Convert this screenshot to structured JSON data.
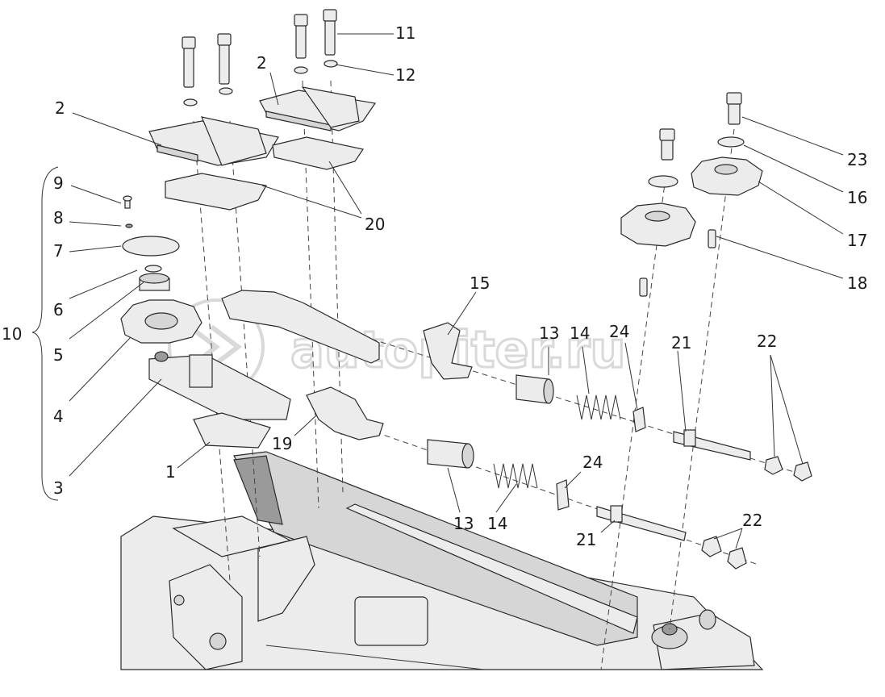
{
  "watermark": "autopiter.ru",
  "callouts": {
    "c1": "1",
    "c2a": "2",
    "c2b": "2",
    "c3": "3",
    "c4": "4",
    "c5": "5",
    "c6": "6",
    "c7": "7",
    "c8": "8",
    "c9": "9",
    "c10": "10",
    "c11": "11",
    "c12": "12",
    "c13a": "13",
    "c13b": "13",
    "c14a": "14",
    "c14b": "14",
    "c15": "15",
    "c16": "16",
    "c17": "17",
    "c18": "18",
    "c19": "19",
    "c20": "20",
    "c21a": "21",
    "c21b": "21",
    "c22a": "22",
    "c22b": "22",
    "c23": "23",
    "c24a": "24",
    "c24b": "24"
  },
  "colors": {
    "background": "#ffffff",
    "line": "#2a2a2a",
    "watermark": "#d9d9d9"
  }
}
